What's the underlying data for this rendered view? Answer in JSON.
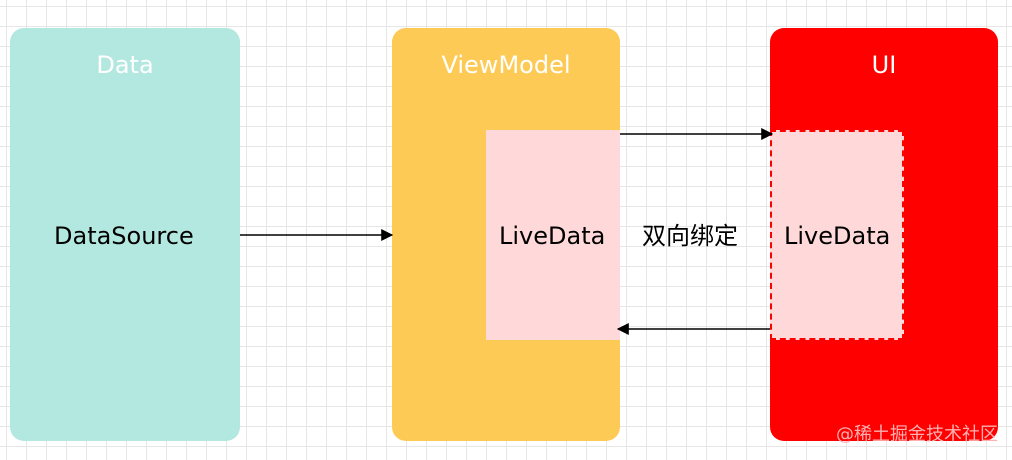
{
  "panels": {
    "data": {
      "title": "Data",
      "color": "#b3e8e0"
    },
    "viewmodel": {
      "title": "ViewModel",
      "color": "#fdcb55"
    },
    "ui": {
      "title": "UI",
      "color": "#ff0000"
    }
  },
  "nodes": {
    "datasource": "DataSource",
    "vm_livedata": "LiveData",
    "ui_livedata": "LiveData"
  },
  "edges": {
    "binding_label": "双向绑定"
  },
  "colors": {
    "livedata_fill": "#ffd9d9",
    "arrow": "#000000",
    "grid": "#e6e6e6"
  },
  "watermark": "@稀土掘金技术社区"
}
